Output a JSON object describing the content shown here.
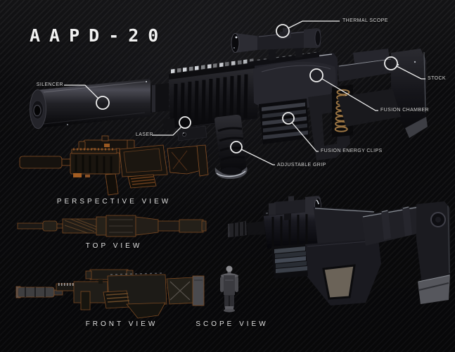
{
  "title": "AAPD-20",
  "hero": {
    "callouts": [
      {
        "id": "silencer",
        "label": "SILENCER"
      },
      {
        "id": "laser",
        "label": "LASER"
      },
      {
        "id": "thermal-scope",
        "label": "THERMAL SCOPE"
      },
      {
        "id": "stock",
        "label": "STOCK"
      },
      {
        "id": "fusion-chamber",
        "label": "FUSION CHAMBER"
      },
      {
        "id": "fusion-energy-clips",
        "label": "FUSION ENERGY CLIPS"
      },
      {
        "id": "adjustable-grip",
        "label": "ADJUSTABLE GRIP"
      }
    ]
  },
  "views": [
    {
      "id": "perspective",
      "label": "PERSPECTIVE VIEW"
    },
    {
      "id": "top",
      "label": "TOP VIEW"
    },
    {
      "id": "front",
      "label": "FRONT VIEW"
    },
    {
      "id": "scope",
      "label": "SCOPE VIEW"
    }
  ],
  "colors": {
    "background": "#0b0b0d",
    "carbon_stripe": "#1a1a1d",
    "title_text": "#f1f1f1",
    "label_text": "#d8d8d8",
    "leader_line": "#efefef",
    "wireframe_orange": "#8a5126",
    "coil_bronze": "#9a7443"
  }
}
